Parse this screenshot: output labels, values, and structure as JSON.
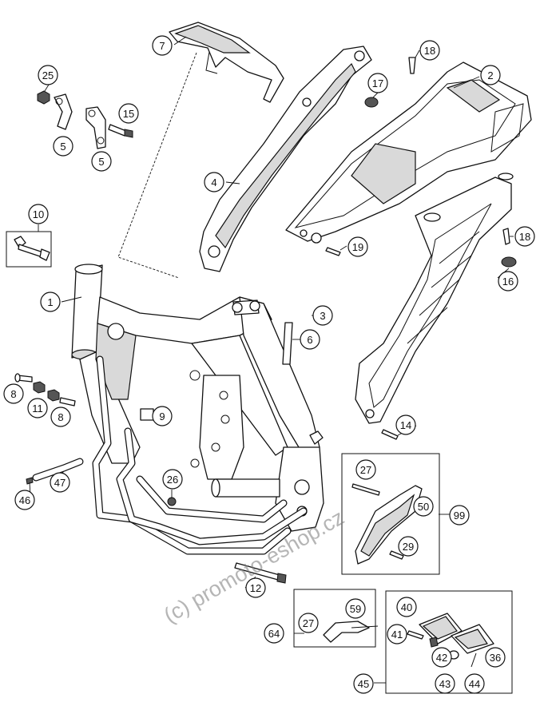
{
  "diagram": {
    "callouts": [
      {
        "id": "c1",
        "label": "1"
      },
      {
        "id": "c2",
        "label": "2"
      },
      {
        "id": "c3",
        "label": "3"
      },
      {
        "id": "c4",
        "label": "4"
      },
      {
        "id": "c5a",
        "label": "5"
      },
      {
        "id": "c5b",
        "label": "5"
      },
      {
        "id": "c6",
        "label": "6"
      },
      {
        "id": "c7",
        "label": "7"
      },
      {
        "id": "c8a",
        "label": "8"
      },
      {
        "id": "c8b",
        "label": "8"
      },
      {
        "id": "c9",
        "label": "9"
      },
      {
        "id": "c10",
        "label": "10"
      },
      {
        "id": "c11",
        "label": "11"
      },
      {
        "id": "c12",
        "label": "12"
      },
      {
        "id": "c14",
        "label": "14"
      },
      {
        "id": "c15",
        "label": "15"
      },
      {
        "id": "c16",
        "label": "16"
      },
      {
        "id": "c17",
        "label": "17"
      },
      {
        "id": "c18a",
        "label": "18"
      },
      {
        "id": "c18b",
        "label": "18"
      },
      {
        "id": "c19",
        "label": "19"
      },
      {
        "id": "c25",
        "label": "25"
      },
      {
        "id": "c26",
        "label": "26"
      },
      {
        "id": "c27a",
        "label": "27"
      },
      {
        "id": "c27b",
        "label": "27"
      },
      {
        "id": "c29",
        "label": "29"
      },
      {
        "id": "c36",
        "label": "36"
      },
      {
        "id": "c40",
        "label": "40"
      },
      {
        "id": "c41",
        "label": "41"
      },
      {
        "id": "c42",
        "label": "42"
      },
      {
        "id": "c43",
        "label": "43"
      },
      {
        "id": "c44",
        "label": "44"
      },
      {
        "id": "c45",
        "label": "45"
      },
      {
        "id": "c46",
        "label": "46"
      },
      {
        "id": "c47",
        "label": "47"
      },
      {
        "id": "c50",
        "label": "50"
      },
      {
        "id": "c59",
        "label": "59"
      },
      {
        "id": "c64",
        "label": "64"
      },
      {
        "id": "c99",
        "label": "99"
      }
    ]
  },
  "watermark": "(c) promoto-eshop.cz"
}
